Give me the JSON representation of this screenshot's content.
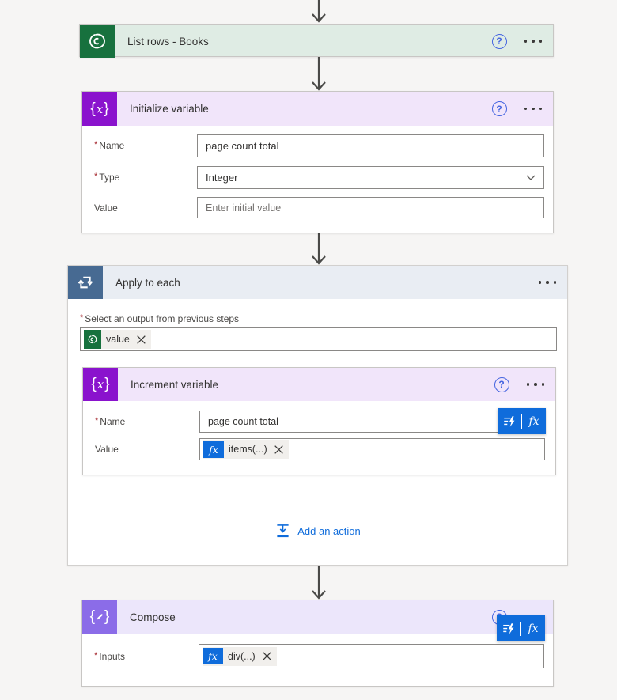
{
  "colors": {
    "accent_blue": "#0f6cdb",
    "help_blue": "#4464e0",
    "dataverse_green": "#17713e",
    "variable_purple": "#8a13cd",
    "loop_slate": "#476a92",
    "compose_purple": "#8b6ce8",
    "list_rows_header_bg": "#dfece4",
    "variable_header_bg": "#f1e5fa",
    "apply_header_bg": "#e9edf3",
    "compose_header_bg": "#ece6fb",
    "arrow_gray": "#4a4a48"
  },
  "required_marker": "*",
  "icons": {
    "help_glyph": "?",
    "fx_label": "fx"
  },
  "list_rows": {
    "title": "List rows - Books"
  },
  "initialize_variable": {
    "title": "Initialize variable",
    "name_label": "Name",
    "name_value": "page count total",
    "type_label": "Type",
    "type_value": "Integer",
    "value_label": "Value",
    "value_placeholder": "Enter initial value"
  },
  "apply_to_each": {
    "title": "Apply to each",
    "select_label": "Select an output from previous steps",
    "token_text": "value",
    "add_action_label": "Add an action"
  },
  "increment_variable": {
    "title": "Increment variable",
    "name_label": "Name",
    "name_value": "page count total",
    "value_label": "Value",
    "token_text": "items(...)"
  },
  "compose": {
    "title": "Compose",
    "inputs_label": "Inputs",
    "token_text": "div(...)"
  }
}
